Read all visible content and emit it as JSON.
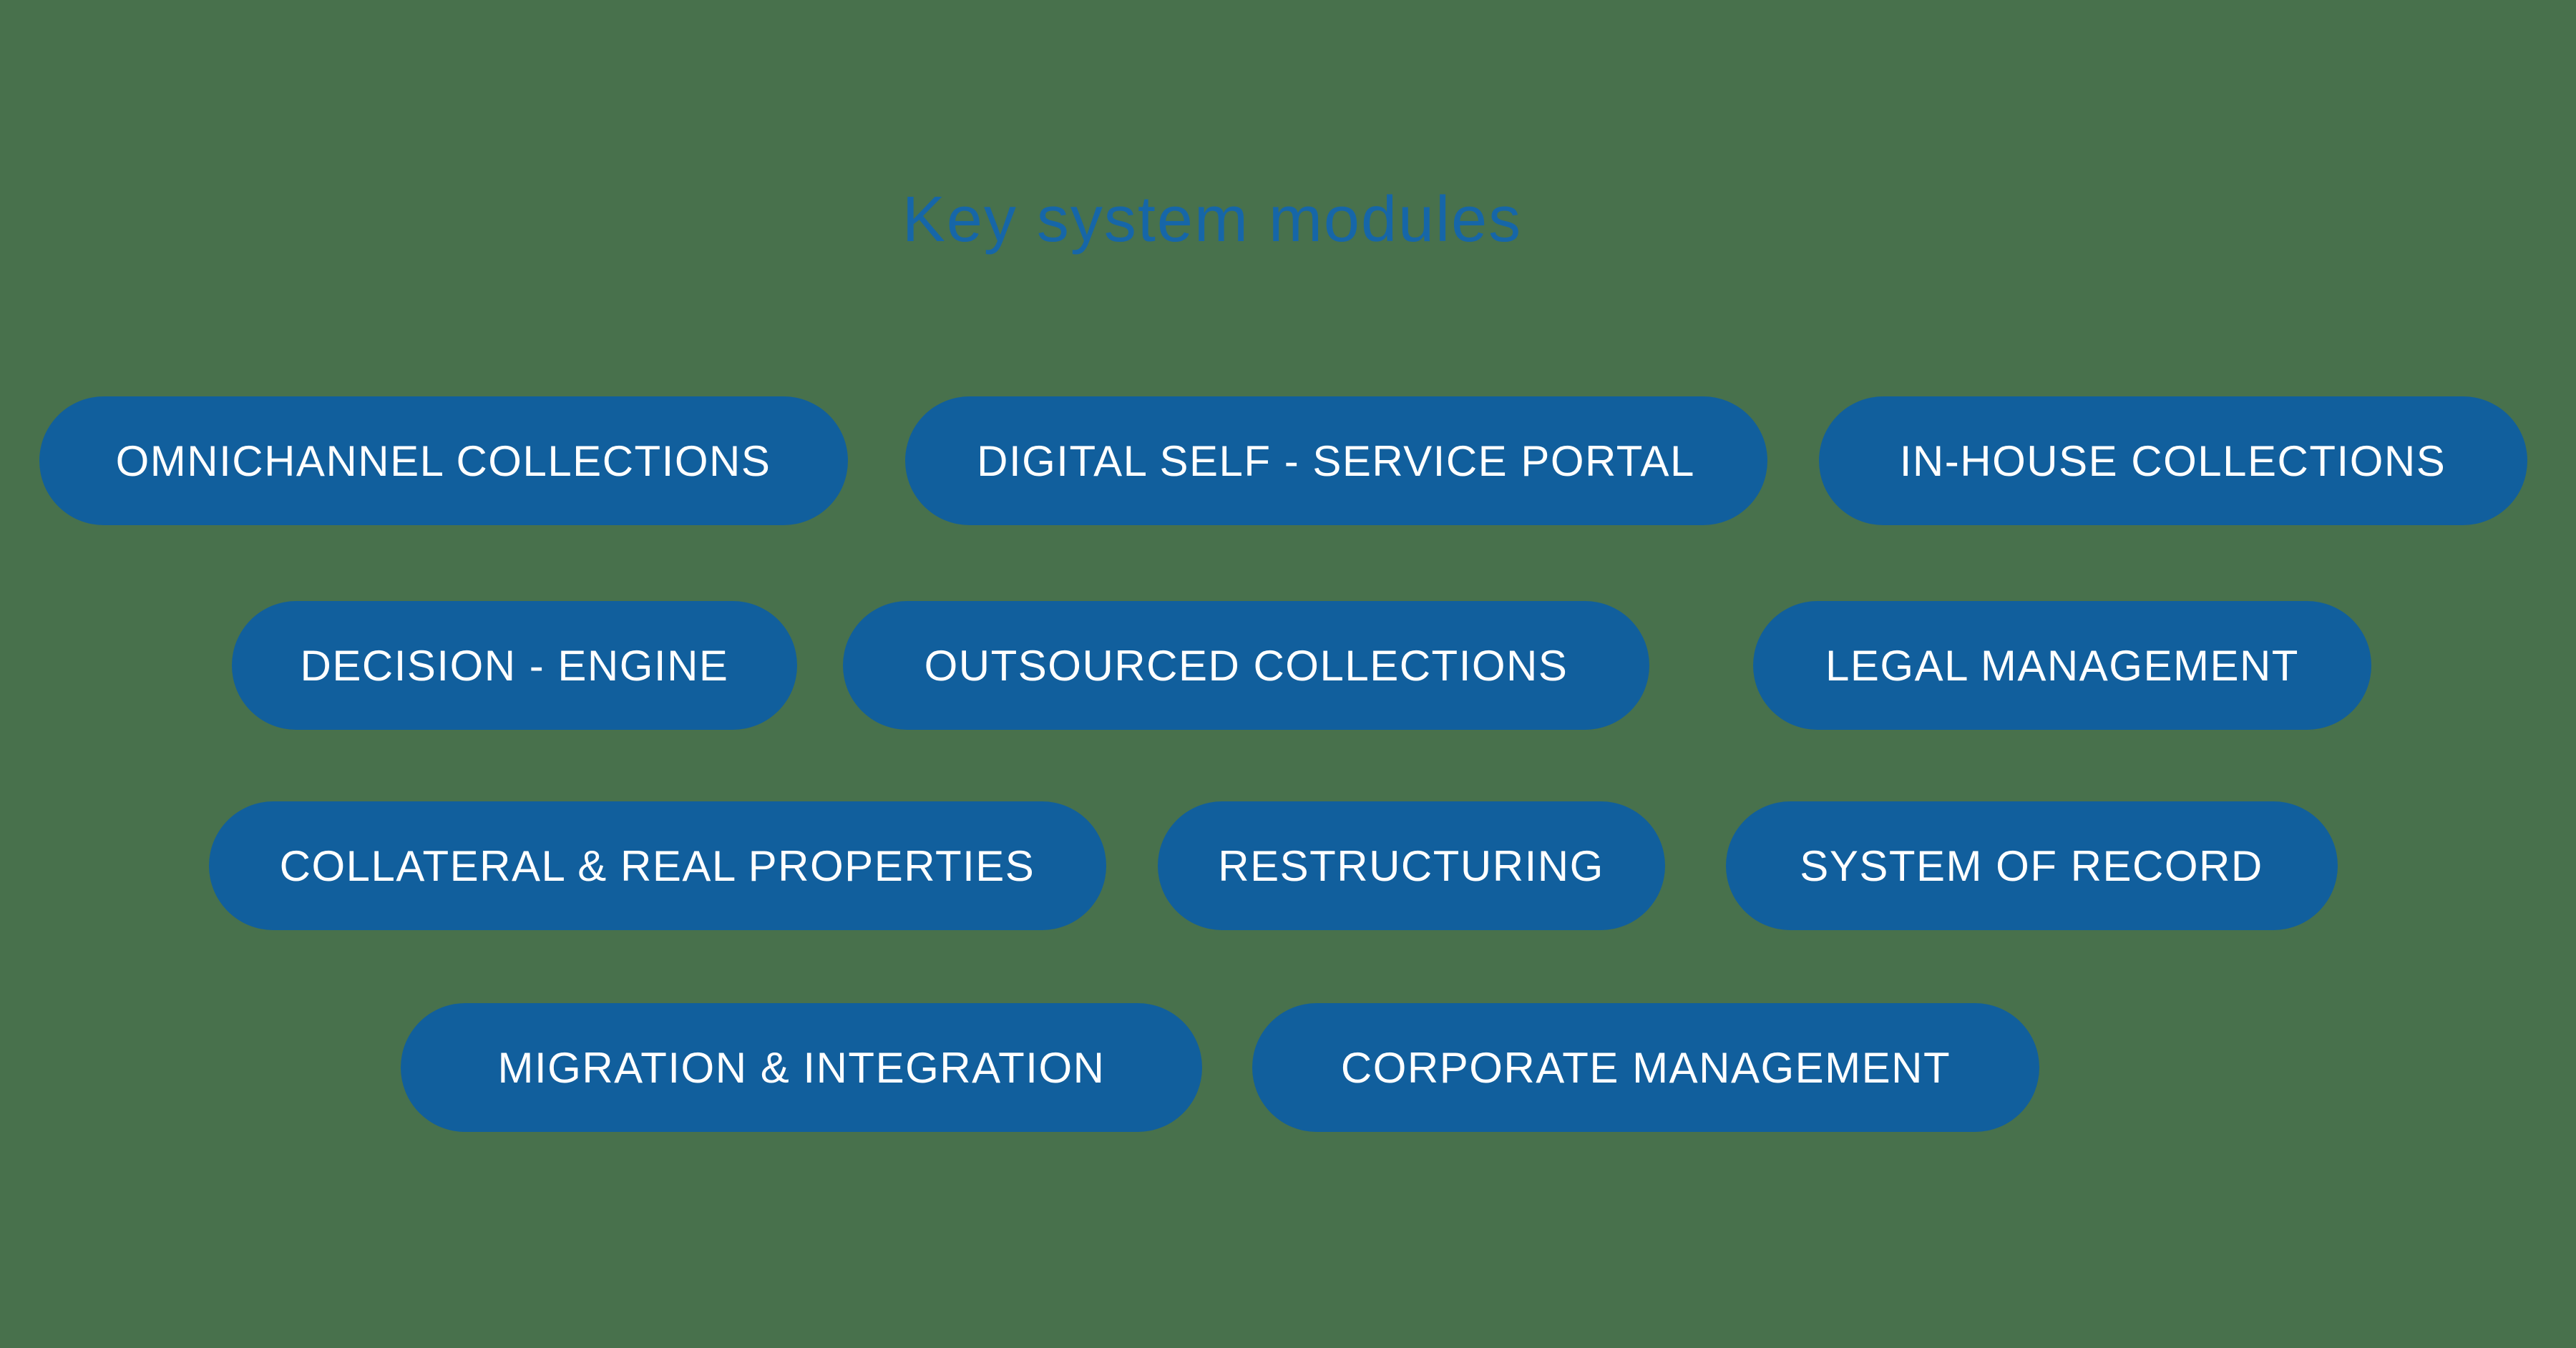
{
  "page": {
    "background_color": "#48714c"
  },
  "title": {
    "text": "Key system modules",
    "color": "#1666a8"
  },
  "modules": {
    "pill_color": "#115f9d",
    "pill_text_color": "#ffffff",
    "rows": [
      {
        "items": [
          {
            "label": "OMNICHANNEL COLLECTIONS"
          },
          {
            "label": "DIGITAL SELF - SERVICE PORTAL"
          },
          {
            "label": "IN-HOUSE COLLECTIONS"
          }
        ]
      },
      {
        "items": [
          {
            "label": "DECISION - ENGINE"
          },
          {
            "label": "OUTSOURCED COLLECTIONS"
          },
          {
            "label": "LEGAL MANAGEMENT"
          }
        ]
      },
      {
        "items": [
          {
            "label": "COLLATERAL & REAL PROPERTIES"
          },
          {
            "label": "RESTRUCTURING"
          },
          {
            "label": "SYSTEM OF RECORD"
          }
        ]
      },
      {
        "items": [
          {
            "label": "MIGRATION & INTEGRATION"
          },
          {
            "label": "CORPORATE MANAGEMENT"
          }
        ]
      }
    ]
  }
}
